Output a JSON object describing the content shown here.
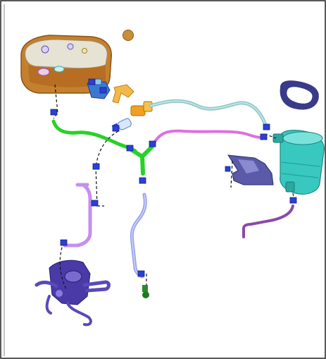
{
  "diagram": {
    "kind": "exploded-parts-view",
    "parts": [
      {
        "id": "fuel-tank",
        "color": "#c88a3c"
      },
      {
        "id": "fuel-cap",
        "color": "#c8963c"
      },
      {
        "id": "filler-bracket",
        "color": "#f2b84a"
      },
      {
        "id": "connector-valve",
        "color": "#f0a020"
      },
      {
        "id": "inline-filter",
        "color": "#8ab6ee"
      },
      {
        "id": "green-hose",
        "color": "#28d228"
      },
      {
        "id": "green-y-connector",
        "color": "#28d228"
      },
      {
        "id": "teal-hose",
        "color": "#8ec9c8"
      },
      {
        "id": "magenta-hose",
        "color": "#de6fe0"
      },
      {
        "id": "clamp-ring",
        "color": "#3a3a8a"
      },
      {
        "id": "canister",
        "color": "#38c8c0"
      },
      {
        "id": "canister-bracket",
        "color": "#5a5aa8"
      },
      {
        "id": "purple-pipe",
        "color": "#8c4aa8"
      },
      {
        "id": "lilac-hose",
        "color": "#c58ef0"
      },
      {
        "id": "blue-tube",
        "color": "#9aa2ee"
      },
      {
        "id": "end-cap-green",
        "color": "#207820"
      },
      {
        "id": "throttle-body",
        "color": "#4a3aa8"
      }
    ],
    "clip_color": "#2a40d8",
    "leader_color": "#111111",
    "border_color": "#222222"
  }
}
